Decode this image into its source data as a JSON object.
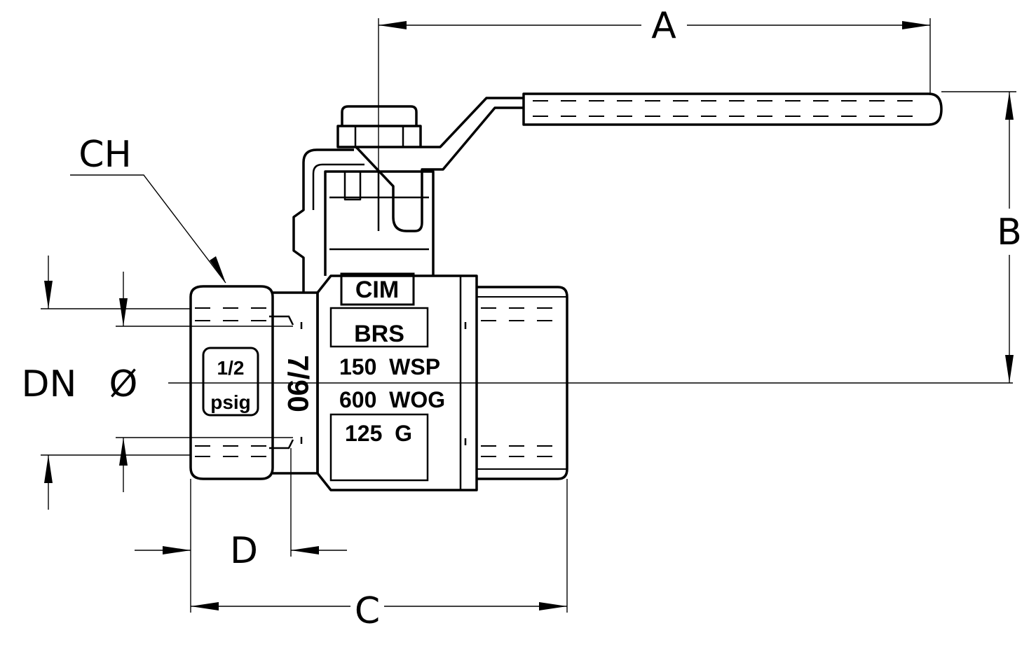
{
  "dimensions": {
    "a": "A",
    "b": "B",
    "c": "C",
    "d": "D",
    "ch": "CH",
    "dn": "DN",
    "dia": "Ø"
  },
  "markings": {
    "brand": "CIM",
    "material": "BRS",
    "rating_wsp": "150  WSP",
    "rating_wog": "600  WOG",
    "rating_g": "125  G",
    "size_top": "1/2",
    "size_bottom": "psig",
    "model": "7/90"
  }
}
